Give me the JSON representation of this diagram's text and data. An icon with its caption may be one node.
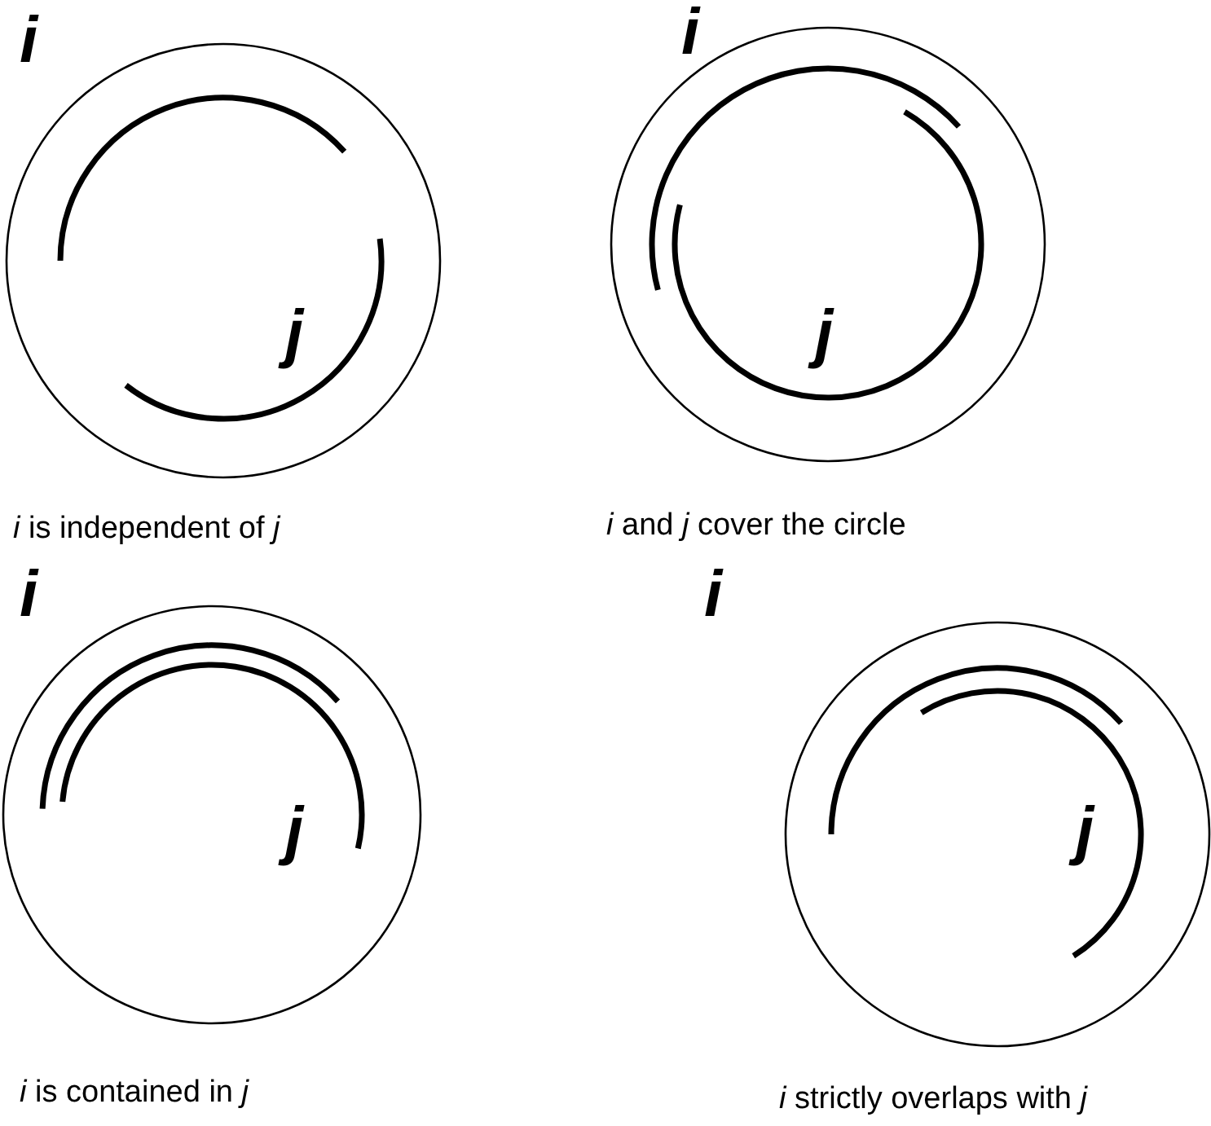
{
  "diagram": {
    "nodes": [
      {
        "text": [],
        "shape": "circle",
        "beside": [
          "*i* is independent of *j*"
        ]
      },
      {
        "text": [],
        "shape": "circle",
        "beside": [
          "*i* and *j* cover the circle"
        ]
      },
      {
        "text": [],
        "shape": "circle",
        "beside": [
          "*i* is contained in *j*"
        ]
      },
      {
        "text": [],
        "shape": "circle",
        "beside": [
          "*i* strictly overlaps with *j*"
        ]
      }
    ],
    "labels": [
      "i",
      "i",
      "j",
      "j",
      "i",
      "i",
      "j",
      "j"
    ]
  }
}
